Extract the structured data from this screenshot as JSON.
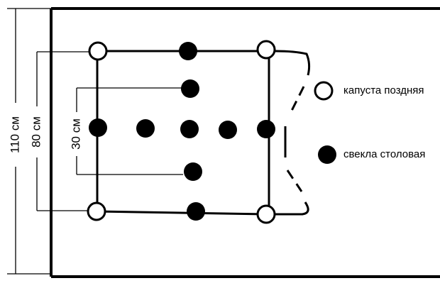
{
  "dimensions": {
    "outer": "110 см",
    "mid": "80 см",
    "inner": "30 см"
  },
  "legend": {
    "cabbage": "капуста поздняя",
    "beet": "свекла столовая"
  },
  "colors": {
    "ink": "#000000",
    "paper": "#ffffff"
  }
}
